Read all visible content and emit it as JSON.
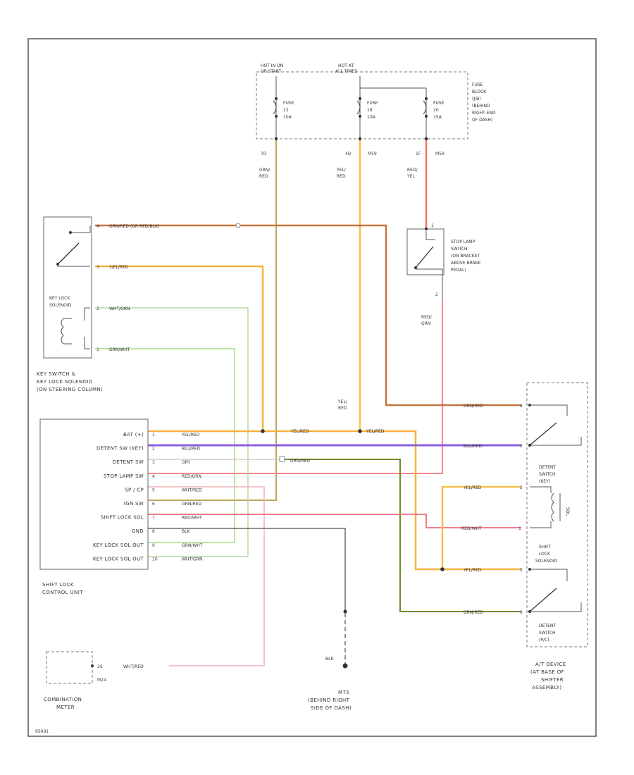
{
  "fuse_box": {
    "hot_in_on_or_start": [
      "HOT IN ON",
      "OR START"
    ],
    "hot_at_all_times": [
      "HOT AT",
      "ALL TIMES"
    ],
    "fuses": [
      {
        "line1": "FUSE",
        "line2": "12",
        "line3": "10A"
      },
      {
        "line1": "FUSE",
        "line2": "18",
        "line3": "10A"
      },
      {
        "line1": "FUSE",
        "line2": "20",
        "line3": "15A"
      }
    ],
    "desc": [
      "FUSE",
      "BLOCK",
      "(J/B)",
      "(BEHIND",
      "RIGHT END",
      "OF DASH)"
    ],
    "pins": [
      {
        "id": "7D",
        "aux": ""
      },
      {
        "id": "4D",
        "aux": "M59"
      },
      {
        "id": "1F",
        "aux": "M59"
      }
    ]
  },
  "wire_labels": {
    "grn_red": [
      "GRN/",
      "RED"
    ],
    "yel_red": [
      "YEL/",
      "RED"
    ],
    "red_yel": [
      "RED/",
      "YEL"
    ],
    "red_grn": [
      "RED/",
      "GRN"
    ],
    "yel_red_2": [
      "YEL/",
      "RED"
    ]
  },
  "key_switch": {
    "caption": [
      "KEY SWITCH &",
      "KEY LOCK SOLENOID",
      "(ON STEERING COLUMN)"
    ],
    "solenoid_label": [
      "KEY LOCK",
      "SOLENOID"
    ],
    "pins": [
      {
        "id": "4",
        "wire": "GRN/RED  (OR RED/BLK)"
      },
      {
        "id": "3",
        "wire": "Y/EL/RED"
      },
      {
        "id": "2",
        "wire": "WHT/GRN"
      },
      {
        "id": "1",
        "wire": "GRN/WHT"
      }
    ]
  },
  "stop_lamp": {
    "label": [
      "STOP LAMP",
      "SWITCH",
      "(ON BRACKET",
      "ABOVE BRAKE",
      "PEDAL)"
    ],
    "pin_top": "1",
    "pin_bottom": "2"
  },
  "control_unit": {
    "caption": [
      "SHIFT LOCK",
      "CONTROL UNIT"
    ],
    "rows": [
      {
        "name": "BAT (+)",
        "pin": "1",
        "wire": "YEL/RED"
      },
      {
        "name": "DETENT SW (KEY)",
        "pin": "2",
        "wire": "BLU/RED"
      },
      {
        "name": "DETENT SW",
        "pin": "3",
        "wire": "GRY"
      },
      {
        "name": "STOP LAMP SW",
        "pin": "4",
        "wire": "RED/GRN"
      },
      {
        "name": "SP / CP",
        "pin": "5",
        "wire": "WHT/RED"
      },
      {
        "name": "IGN SW",
        "pin": "6",
        "wire": "GRN/RED"
      },
      {
        "name": "SHIFT LOCK SOL",
        "pin": "7",
        "wire": "RED/WHT"
      },
      {
        "name": "GND",
        "pin": "8",
        "wire": "BLK"
      },
      {
        "name": "KEY LOCK SOL OUT",
        "pin": "9",
        "wire": "GRN/WHT"
      },
      {
        "name": "KEY LOCK SOL OUT",
        "pin": "10",
        "wire": "WHT/GRN"
      }
    ]
  },
  "mid_wires": {
    "yel_red": "YEL/RED",
    "yel_red_b": "YEL/RED",
    "grn_red": "GRN/RED"
  },
  "at_device": {
    "wires": [
      {
        "id": "4",
        "wire": "GRN/RED"
      },
      {
        "id": "3",
        "wire": "BLU/RED"
      },
      {
        "id": "2",
        "wire": "YEL/RED"
      },
      {
        "id": "1",
        "wire": "RED/WHT"
      },
      {
        "id": "5",
        "wire": "YEL/RED"
      },
      {
        "id": "6",
        "wire": "GRN/RED"
      }
    ],
    "detent_key": [
      "DETENT",
      "SWITCH",
      "(KEY)"
    ],
    "shift_lock": [
      "SHIFT",
      "LOCK",
      "SOLENOID"
    ],
    "detent_p": [
      "DETENT",
      "SWITCH",
      "(P/C)"
    ],
    "caption": [
      "A/T DEVICE",
      "(AT BASE OF",
      "SHIFTER",
      "ASSEMBLY)"
    ],
    "solenoid_small": "SOL"
  },
  "combination_meter": {
    "caption": [
      "COMBINATION",
      "METER"
    ],
    "pin": "26",
    "conn": "M24",
    "wire": "WHT/RED"
  },
  "ground": {
    "wire": "BLK",
    "label": [
      "M75",
      "(BEHIND RIGHT",
      "SIDE OF DASH)"
    ]
  },
  "diagram_id": "95091",
  "colors": {
    "grn_red": "#c8733b",
    "yel_red": "#f6b13c",
    "yel_red_b": "#f4c04a",
    "red_yel": "#f2746a",
    "red_grn": "#f3868a",
    "grn_wire": "#b6d8a6",
    "grn_wht": "#a2de86",
    "blu_red": "#8d5fe0",
    "gry": "#cfcfcf",
    "wht_red": "#f1b0b6",
    "red_wht": "#f07e8c",
    "blk": "#6b6b6b",
    "olive": "#b9a860",
    "grn_red_b": "#6d8a28"
  }
}
